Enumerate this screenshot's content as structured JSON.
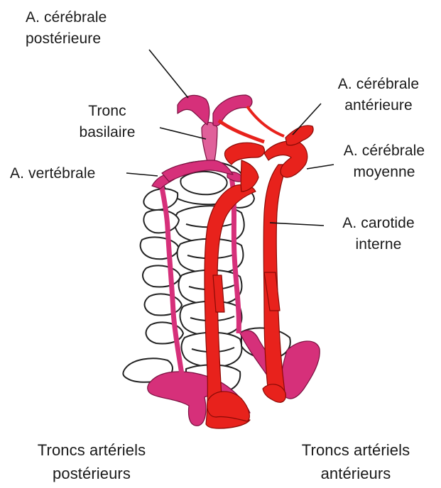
{
  "colors": {
    "anterior_artery": "#e8221c",
    "posterior_artery": "#d6307a",
    "posterior_light": "#e0609a",
    "bone_outline": "#222222",
    "bone_fill": "#ffffff",
    "leader": "#111111"
  },
  "labels": {
    "posterior_cerebral": [
      "A. cérébrale",
      "postérieure"
    ],
    "basilar_trunk": [
      "Tronc",
      "basilaire"
    ],
    "vertebral": [
      "A. vertébrale"
    ],
    "anterior_cerebral": [
      "A. cérébrale",
      "antérieure"
    ],
    "middle_cerebral": [
      "A. cérébrale",
      "moyenne"
    ],
    "internal_carotid": [
      "A. carotide",
      "interne"
    ],
    "posterior_trunks": [
      "Troncs artériels",
      "postérieurs"
    ],
    "anterior_trunks": [
      "Troncs artériels",
      "antérieurs"
    ]
  }
}
